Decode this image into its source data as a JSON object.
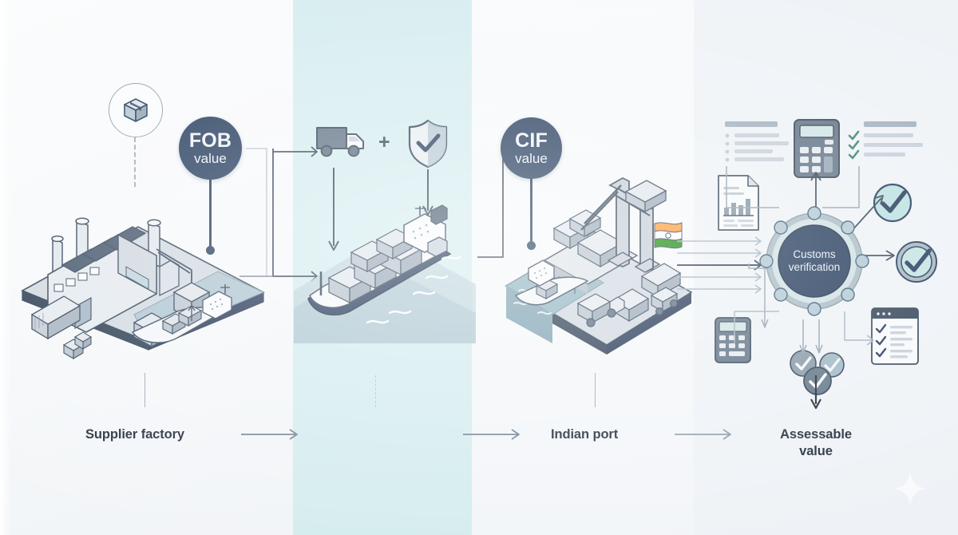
{
  "diagram": {
    "title_context": "Import valuation flow: FOB to CIF to Assessable value",
    "background_colors": {
      "left_panel": "#f1f4f7",
      "sea_panel": "#d4ecef",
      "mid_panel": "#f2f5f8",
      "right_panel": "#eef2f6",
      "accent_navy": "#1d3557",
      "accent_steel": "#5c7288",
      "accent_mint": "#b9dfe0",
      "check_green": "#2f7d63"
    }
  },
  "badges": [
    {
      "id": "fob",
      "line1": "FOB",
      "line2": "value"
    },
    {
      "id": "cif",
      "line1": "CIF",
      "line2": "value"
    }
  ],
  "hub": {
    "line1": "Customs",
    "line2": "verification"
  },
  "plus_symbol": "+",
  "stage_labels": {
    "supplier": "Supplier factory",
    "port": "Indian port",
    "assessable_line1": "Assessable",
    "assessable_line2": "value"
  },
  "icons": {
    "package": "package-box-icon",
    "truck": "truck-icon",
    "shield_check": "shield-check-icon",
    "factory": "factory-isometric-icon",
    "container_ship": "container-ship-icon",
    "port": "port-crane-icon",
    "flag": "india-flag-icon",
    "calculator": "calculator-icon",
    "document_chart": "document-chart-icon",
    "bullet_list": "bullet-list-icon",
    "check_list": "check-list-icon",
    "check_circle": "check-circle-icon",
    "checklist_window": "checklist-window-icon",
    "sparkle": "sparkle-icon"
  },
  "flow_arrows": {
    "count_horizontal_to_hub": 5,
    "stage_arrow_count": 3
  }
}
